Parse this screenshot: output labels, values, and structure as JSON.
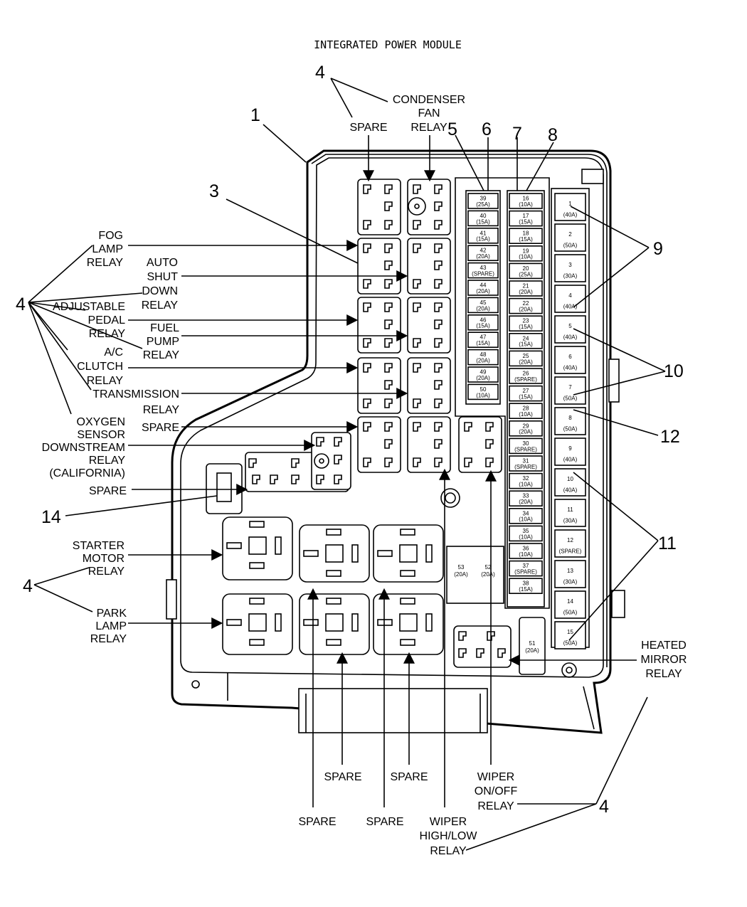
{
  "title": "INTEGRATED POWER MODULE",
  "callouts": {
    "c1": "1",
    "c3": "3",
    "c4_top": "4",
    "c4_left": "4",
    "c4_lower_left": "4",
    "c4_bottom_right": "4",
    "c5": "5",
    "c6": "6",
    "c7": "7",
    "c8": "8",
    "c9": "9",
    "c10": "10",
    "c11": "11",
    "c12": "12",
    "c14": "14"
  },
  "labels": {
    "spare_top": "SPARE",
    "condenser": [
      "CONDENSER",
      "FAN",
      "RELAY"
    ],
    "fog": [
      "FOG",
      "LAMP",
      "RELAY"
    ],
    "asd": [
      "AUTO",
      "SHUT",
      "DOWN",
      "RELAY"
    ],
    "adj": [
      "ADJUSTABLE",
      "PEDAL",
      "RELAY"
    ],
    "fuel": [
      "FUEL",
      "PUMP",
      "RELAY"
    ],
    "ac": [
      "A/C",
      "CLUTCH",
      "RELAY"
    ],
    "trans": [
      "TRANSMISSION",
      "RELAY"
    ],
    "spare_mid": "SPARE",
    "oxygen": [
      "OXYGEN",
      "SENSOR",
      "DOWNSTREAM",
      "RELAY",
      "(CALIFORNIA)"
    ],
    "spare_left": "SPARE",
    "starter": [
      "STARTER",
      "MOTOR",
      "RELAY"
    ],
    "park": [
      "PARK",
      "LAMP",
      "RELAY"
    ],
    "heated": [
      "HEATED",
      "MIRROR",
      "RELAY"
    ],
    "spare_b1": "SPARE",
    "spare_b2": "SPARE",
    "spare_b3": "SPARE",
    "spare_b4": "SPARE",
    "wiper_onoff": [
      "WIPER",
      "ON/OFF",
      "RELAY"
    ],
    "wiper_hl": [
      "WIPER",
      "HIGH/LOW",
      "RELAY"
    ]
  },
  "fuses_col1": [
    [
      "39",
      "(25A)"
    ],
    [
      "40",
      "(15A)"
    ],
    [
      "41",
      "(15A)"
    ],
    [
      "42",
      "(20A)"
    ],
    [
      "43",
      "(SPARE)"
    ],
    [
      "44",
      "(20A)"
    ],
    [
      "45",
      "(20A)"
    ],
    [
      "46",
      "(15A)"
    ],
    [
      "47",
      "(15A)"
    ],
    [
      "48",
      "(20A)"
    ],
    [
      "49",
      "(20A)"
    ],
    [
      "50",
      "(10A)"
    ]
  ],
  "fuses_col2": [
    [
      "16",
      "(10A)"
    ],
    [
      "17",
      "(15A)"
    ],
    [
      "18",
      "(15A)"
    ],
    [
      "19",
      "(10A)"
    ],
    [
      "20",
      "(25A)"
    ],
    [
      "21",
      "(20A)"
    ],
    [
      "22",
      "(20A)"
    ],
    [
      "23",
      "(15A)"
    ],
    [
      "24",
      "(15A)"
    ],
    [
      "25",
      "(20A)"
    ],
    [
      "26",
      "(SPARE)"
    ],
    [
      "27",
      "(15A)"
    ],
    [
      "28",
      "(10A)"
    ],
    [
      "29",
      "(20A)"
    ],
    [
      "30",
      "(SPARE)"
    ],
    [
      "31",
      "(SPARE)"
    ],
    [
      "32",
      "(10A)"
    ],
    [
      "33",
      "(20A)"
    ],
    [
      "34",
      "(10A)"
    ],
    [
      "35",
      "(10A)"
    ],
    [
      "36",
      "(10A)"
    ],
    [
      "37",
      "(SPARE)"
    ],
    [
      "38",
      "(15A)"
    ]
  ],
  "fuses_big": [
    [
      "1",
      "(40A)"
    ],
    [
      "2",
      "(50A)"
    ],
    [
      "3",
      "(30A)"
    ],
    [
      "4",
      "(40A)"
    ],
    [
      "5",
      "(40A)"
    ],
    [
      "6",
      "(40A)"
    ],
    [
      "7",
      "(50A)"
    ],
    [
      "8",
      "(50A)"
    ],
    [
      "9",
      "(40A)"
    ],
    [
      "10",
      "(40A)"
    ],
    [
      "11",
      "(30A)"
    ],
    [
      "12",
      "(SPARE)"
    ],
    [
      "13",
      "(30A)"
    ],
    [
      "14",
      "(50A)"
    ],
    [
      "15",
      "(50A)"
    ]
  ],
  "fuses_misc": {
    "f53": [
      "53",
      "(20A)"
    ],
    "f52": [
      "52",
      "(20A)"
    ],
    "f51": [
      "51",
      "(20A)"
    ]
  }
}
